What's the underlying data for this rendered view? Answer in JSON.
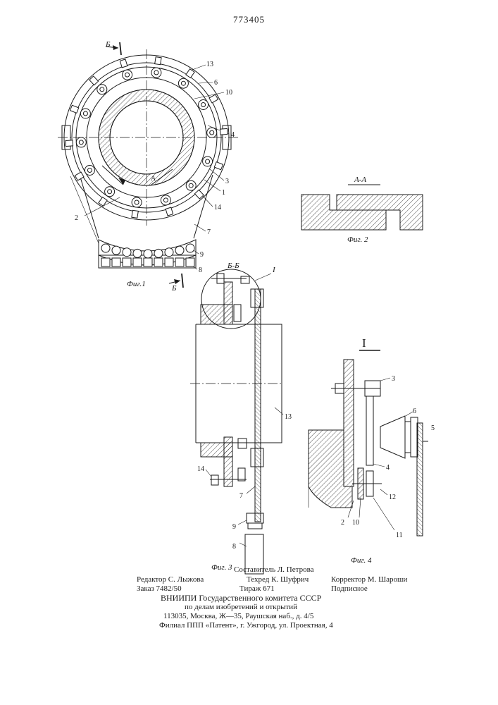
{
  "page_number": "773405",
  "fig1": {
    "caption": "Фиг.1",
    "section_mark": "Б",
    "section_mark_bottom": "Б",
    "arrow_label": "А",
    "labels": [
      "13",
      "6",
      "10",
      "4",
      "3",
      "1",
      "14",
      "7",
      "9",
      "8",
      "2"
    ]
  },
  "fig2": {
    "title": "А-А",
    "caption": "Фиг. 2"
  },
  "fig3": {
    "title": "Б-Б",
    "detail_mark": "I",
    "caption": "Фиг. 3",
    "labels": [
      "13",
      "14",
      "7",
      "9",
      "8"
    ]
  },
  "fig4": {
    "title": "I",
    "caption": "Фиг. 4",
    "labels": [
      "3",
      "6",
      "5",
      "4",
      "12",
      "2",
      "10",
      "11"
    ]
  },
  "imprint": {
    "compiler": "Составитель Л. Петрова",
    "editor": "Редактор С. Лыжова",
    "techred": "Техред К. Шуфрич",
    "corrector": "Корректор М. Шароши",
    "order": "Заказ 7482/50",
    "circulation": "Тираж 671",
    "subscription": "Подписное",
    "org1": "ВНИИПИ  Государственного  комитета  СССР",
    "org2": "по  делам  изобретений  и  открытий",
    "address": "113035,  Москва,  Ж—35,  Раушская  наб.,  д.  4/5",
    "branch": "Филиал  ППП  «Патент»,  г.  Ужгород,  ул.  Проектная,  4"
  }
}
